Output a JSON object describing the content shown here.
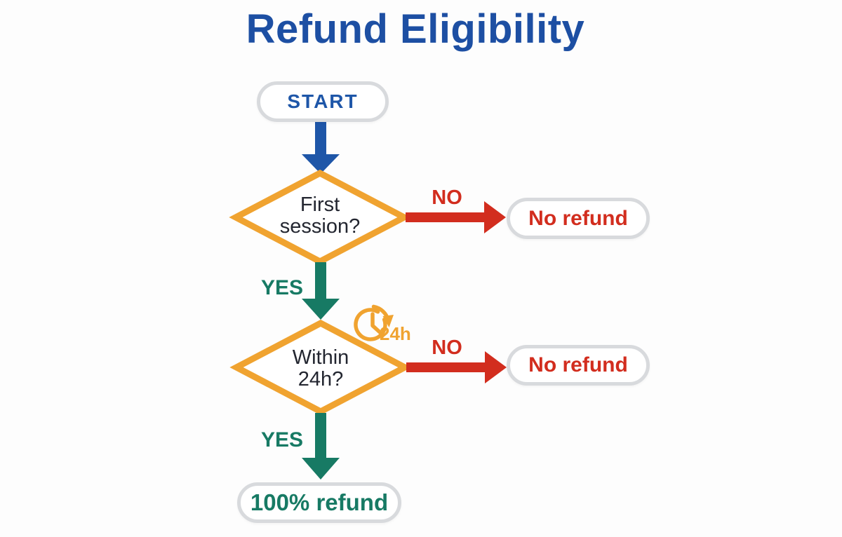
{
  "title": "Refund Eligibility",
  "nodes": {
    "start": {
      "label": "START"
    },
    "decision1": {
      "lines": [
        "First",
        "session?"
      ]
    },
    "decision2": {
      "lines": [
        "Within",
        "24h?"
      ]
    },
    "outcome_no1": {
      "label": "No refund"
    },
    "outcome_no2": {
      "label": "No refund"
    },
    "outcome_yes": {
      "label": "100% refund"
    }
  },
  "edges": {
    "no1": "NO",
    "yes1": "YES",
    "no2": "NO",
    "yes2": "YES"
  },
  "badges": {
    "clock": "24h"
  },
  "colors": {
    "title_blue": "#1d4fa3",
    "arrow_blue": "#1e56a8",
    "orange": "#f0a330",
    "red": "#d22d1e",
    "teal": "#177a64",
    "pill_border": "#d8dadd",
    "text_dark": "#232630",
    "background": "#fdfdfd"
  }
}
